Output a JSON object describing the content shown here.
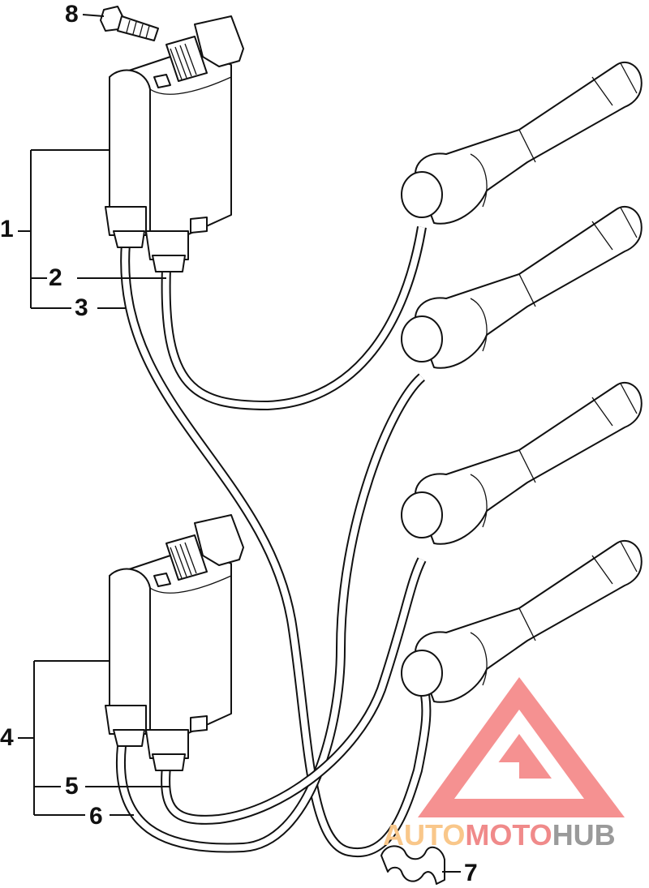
{
  "callouts": {
    "c1": "1",
    "c2": "2",
    "c3": "3",
    "c4": "4",
    "c5": "5",
    "c6": "6",
    "c7": "7",
    "c8": "8"
  },
  "watermark": {
    "part1": "AUTO",
    "part2": "MOTO",
    "part3": "HUB",
    "colors": {
      "auto": "#f9c78a",
      "moto": "#f08a8a",
      "hub": "#9a9a9a",
      "logo": "#f47e7e"
    }
  }
}
